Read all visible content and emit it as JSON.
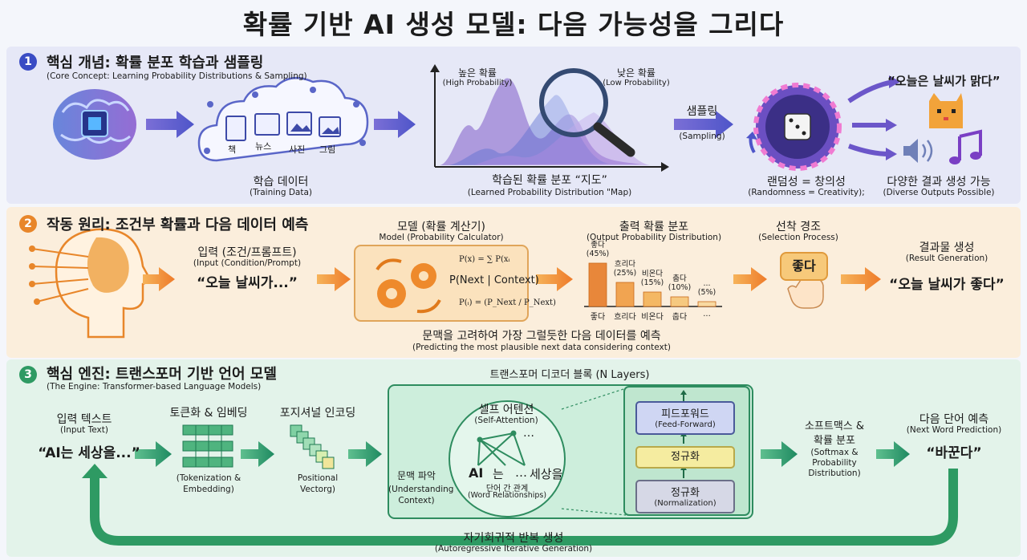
{
  "title": "확률 기반 AI 생성 모델: 다음 가능성을 그리다",
  "section1": {
    "number": "1",
    "heading": "핵심 개념: 확률 분포 학습과 샘플링",
    "subheading": "(Core Concept: Learning Probability Distributions & Sampling)",
    "data_items": [
      "책",
      "뉴스",
      "사진",
      "그림"
    ],
    "training_label": "학습 데이터",
    "training_sub": "(Training Data)",
    "high_prob": "높은 확률",
    "high_prob_sub": "(High Probability)",
    "low_prob": "낮은 확률",
    "low_prob_sub": "(Low Probability)",
    "map_label": "학습된 확률 분포 “지도”",
    "map_sub": "(Learned Probability Distribution \"Map)",
    "sampling": "샘플링",
    "sampling_sub": "(Sampling)",
    "randomness": "랜덤성 = 창의성",
    "randomness_sub": "(Randomness = Creativity);",
    "output_quote": "“오늘은 날씨가 맑다”",
    "diverse": "다양한 결과 생성 가능",
    "diverse_sub": "(Diverse Outputs Possible)"
  },
  "section2": {
    "number": "2",
    "heading": "작동 원리: 조건부 확률과 다음 데이터 예측",
    "input_label": "입력 (조건/프롬프트)",
    "input_sub": "(Input (Condition/Prompt)",
    "input_quote": "“오늘 날씨가...”",
    "model_label": "모델 (확률 계산기)",
    "model_sub": "Model (Probability Calculator)",
    "formula1": "P(x) = ∑ P(xᵢ",
    "formula_main": "P(Next | Context)",
    "formula2": "P(ᵢ) = (P_Next / P_Next)",
    "output_dist": "출력 확률 분포",
    "output_dist_sub": "(Output Probability Distribution)",
    "selection": "선착 경조",
    "selection_sub": "(Selection Process)",
    "selected_word": "좋다",
    "result": "결과물 생성",
    "result_sub": "(Result Generation)",
    "result_quote": "“오늘 날씨가 좋다”",
    "context_note": "문맥을 고려하여 가장 그럴듯한 다음 데이터를 예측",
    "context_note_sub": "(Predicting the most plausible next data considering context)"
  },
  "chart_data": {
    "type": "bar",
    "categories": [
      "좋다",
      "흐리다",
      "비온다",
      "춥다",
      "..."
    ],
    "values": [
      45,
      25,
      15,
      10,
      5
    ],
    "value_labels": [
      "(45%)",
      "(25%)",
      "(15%)",
      "(10%)",
      "(5%)"
    ],
    "colors": [
      "#e8873a",
      "#f1a451",
      "#f4b864",
      "#f6c980",
      "#f8d9a2"
    ]
  },
  "section3": {
    "number": "3",
    "heading": "핵심 엔진: 트랜스포머 기반 언어 모델",
    "subheading": "(The Engine: Transformer-based Language Models)",
    "input_text": "입력 텍스트",
    "input_text_sub": "(Input Text)",
    "input_quote": "“AI는 세상을...”",
    "token": "토큰화 & 임베딩",
    "token_sub1": "(Tokenization &",
    "token_sub2": "Embedding)",
    "positional": "포지셔널 인코딩",
    "positional_sub1": "Positional",
    "positional_sub2": "Vectorg)",
    "decoder": "트랜스포머 디코더 블록 (N Layers)",
    "self_attn": "셀프 어텐션",
    "self_attn_sub": "(Self-Attention)",
    "understand": "문맥 파악",
    "understand_sub1": "(Understanding",
    "understand_sub2": "Context)",
    "tok_ai": "AI",
    "tok_neun": "는",
    "tok_ellipsis": "…",
    "tok_world": "세상을",
    "tok_top": "…",
    "word_rel": "단어 간 관계",
    "word_rel_sub": "(Word Relationships)",
    "ff": "피드포워드",
    "ff_sub": "(Feed-Forward)",
    "norm1": "정규화",
    "norm2": "정규화",
    "norm2_sub": "(Normalization)",
    "softmax1": "소프트맥스 &",
    "softmax2": "확률 분포",
    "softmax_sub1": "(Softmax &",
    "softmax_sub2": "Probability",
    "softmax_sub3": "Distribution)",
    "next_word": "다음 단어 예측",
    "next_word_sub": "(Next Word Prediction)",
    "next_quote": "“바꾼다”",
    "autoreg": "자기회귀적 반복 생성",
    "autoreg_sub": "(Autoregressive Iterative Generation)"
  },
  "colors": {
    "section1": "#3a4cc4",
    "section2": "#e8862a",
    "section3": "#2e9a63"
  }
}
